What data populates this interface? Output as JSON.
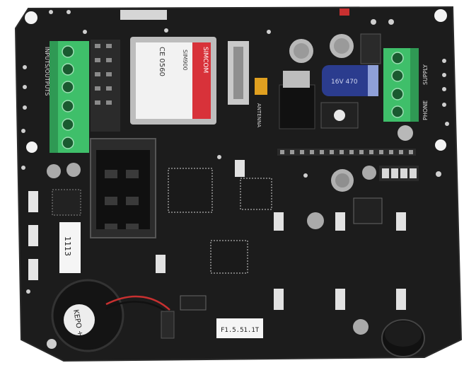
{
  "labels": {
    "inputs_outputs": "INPUTS/OUTPUTS",
    "phone": "PHONE",
    "supply": "SUPPLY",
    "antenna": "ANTENNA",
    "buzzer": "KEPO +",
    "id_sticker": "1113",
    "version_sticker": "F1.5.51.1T",
    "module_brand": "SIMCOM",
    "module_model": "SIM900",
    "module_marks": "CE 0560",
    "cap_marks": "16V 470"
  },
  "colors": {
    "board": "#1c1c1c",
    "terminal_green": "#3fbf6a",
    "module_red": "#d8323a",
    "capacitor_blue": "#2b3c8e",
    "background": "#ffffff"
  }
}
